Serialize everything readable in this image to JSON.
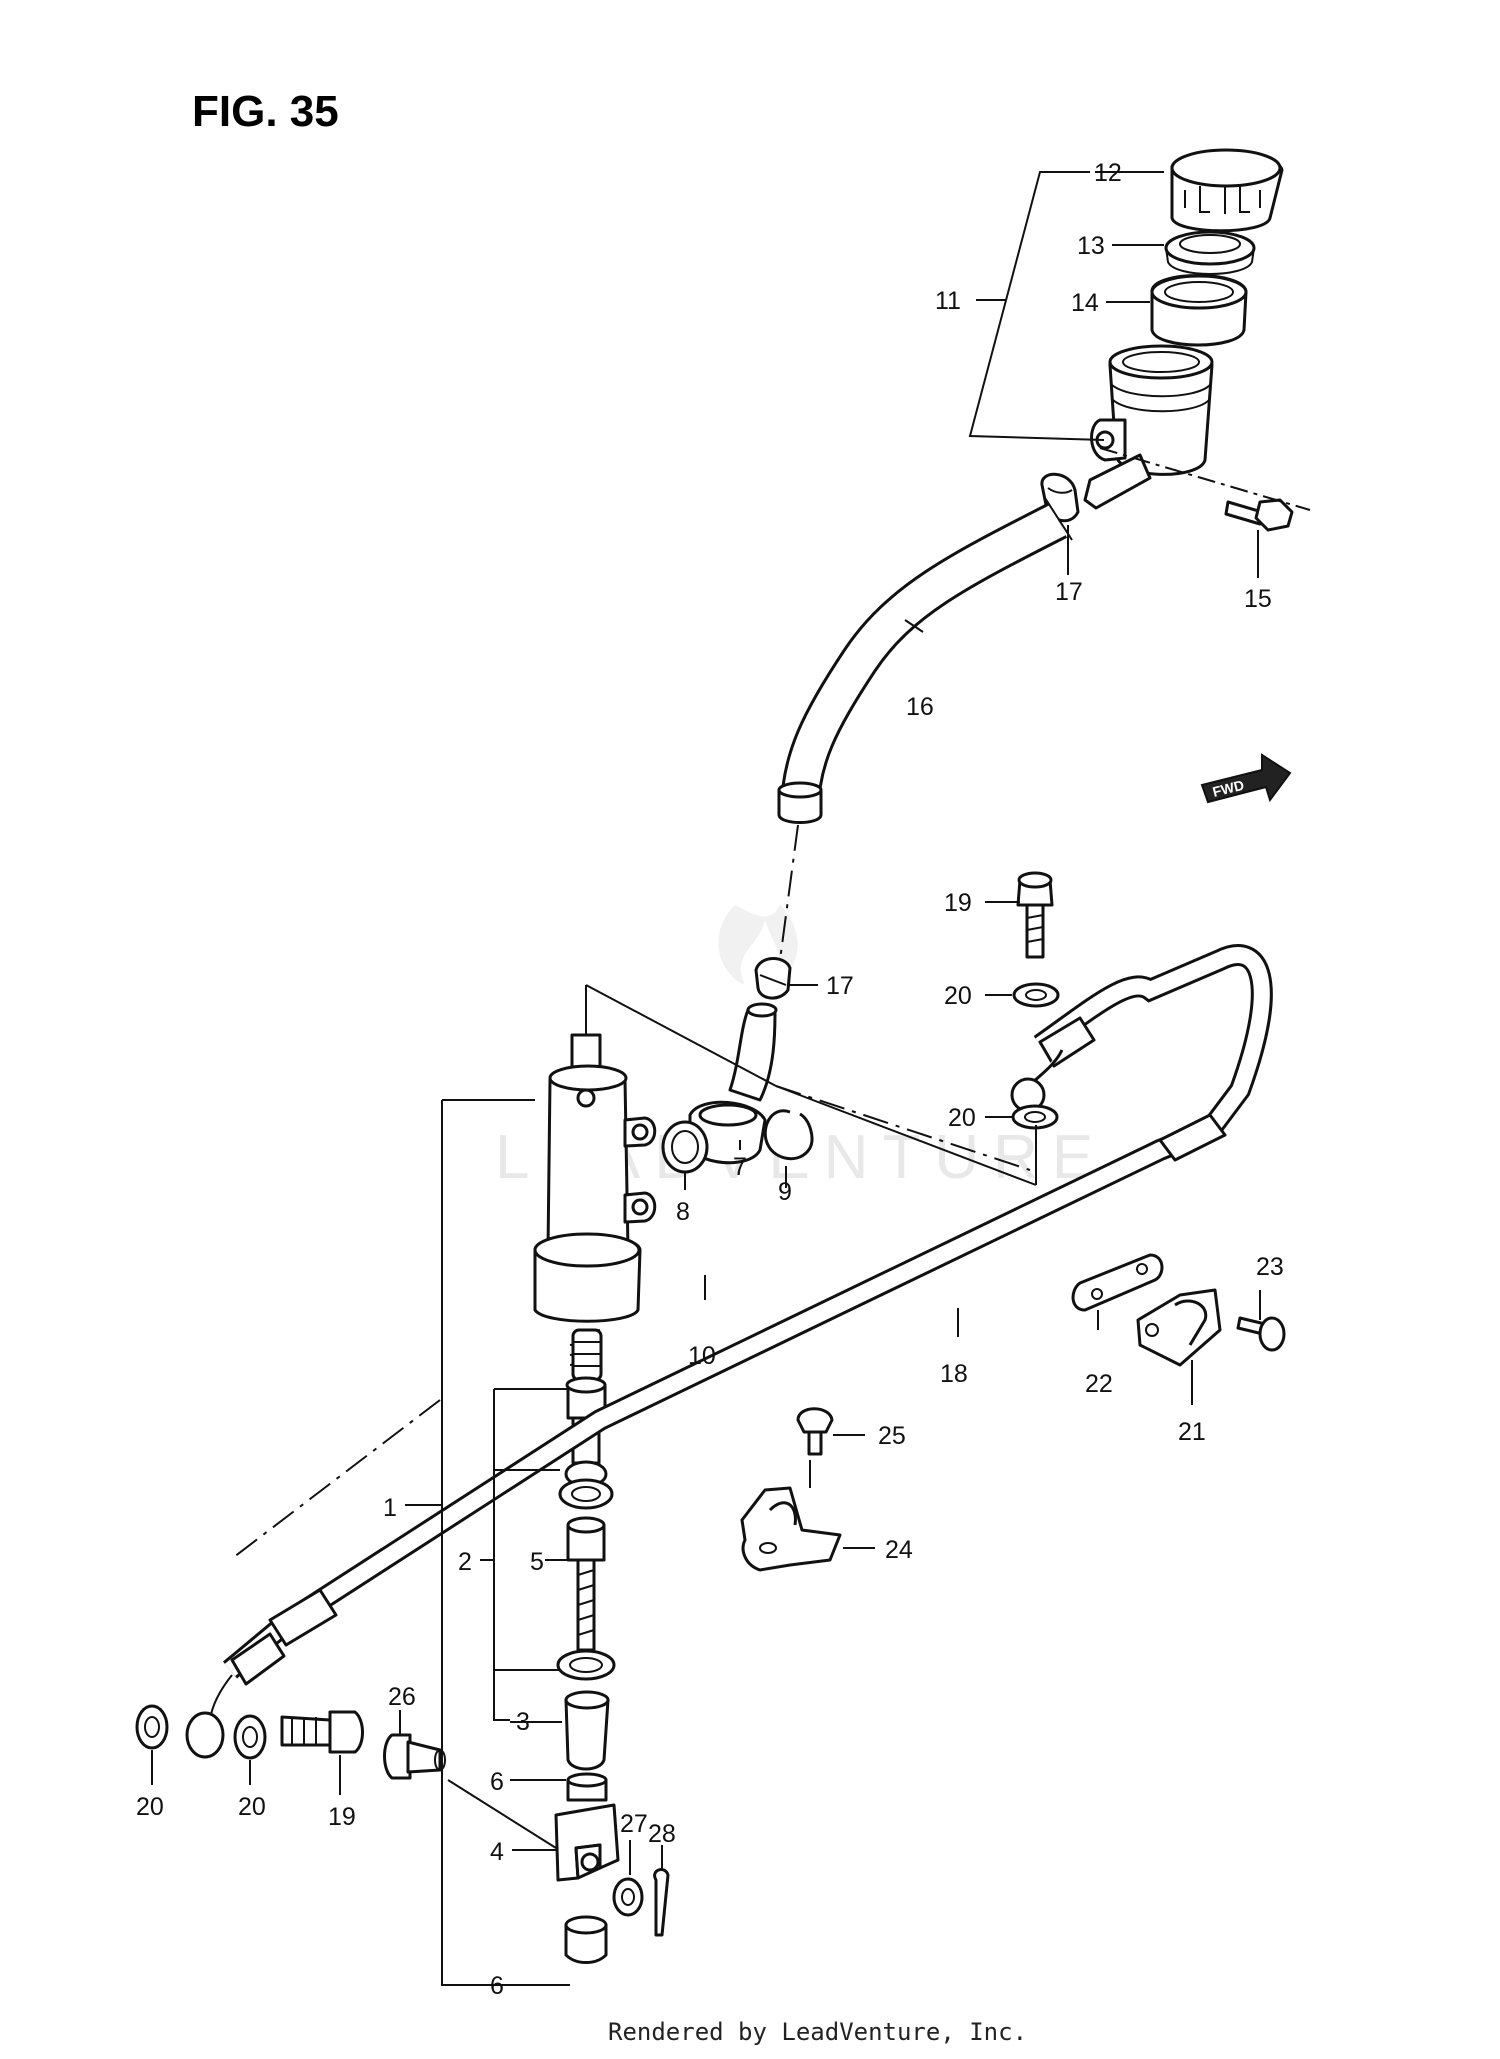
{
  "figure": {
    "title": "FIG. 35",
    "watermark": "LEADVENTURE",
    "footer": "Rendered by LeadVenture, Inc.",
    "fwd_label": "FWD"
  },
  "callouts": [
    {
      "id": "c1",
      "label": "1"
    },
    {
      "id": "c2",
      "label": "2"
    },
    {
      "id": "c3",
      "label": "3"
    },
    {
      "id": "c4",
      "label": "4"
    },
    {
      "id": "c5",
      "label": "5"
    },
    {
      "id": "c6a",
      "label": "6"
    },
    {
      "id": "c6b",
      "label": "6"
    },
    {
      "id": "c7",
      "label": "7"
    },
    {
      "id": "c8",
      "label": "8"
    },
    {
      "id": "c9",
      "label": "9"
    },
    {
      "id": "c10",
      "label": "10"
    },
    {
      "id": "c11",
      "label": "11"
    },
    {
      "id": "c12",
      "label": "12"
    },
    {
      "id": "c13",
      "label": "13"
    },
    {
      "id": "c14",
      "label": "14"
    },
    {
      "id": "c15",
      "label": "15"
    },
    {
      "id": "c16",
      "label": "16"
    },
    {
      "id": "c17a",
      "label": "17"
    },
    {
      "id": "c17b",
      "label": "17"
    },
    {
      "id": "c18",
      "label": "18"
    },
    {
      "id": "c19a",
      "label": "19"
    },
    {
      "id": "c19b",
      "label": "19"
    },
    {
      "id": "c20a",
      "label": "20"
    },
    {
      "id": "c20b",
      "label": "20"
    },
    {
      "id": "c20c",
      "label": "20"
    },
    {
      "id": "c20d",
      "label": "20"
    },
    {
      "id": "c21",
      "label": "21"
    },
    {
      "id": "c22",
      "label": "22"
    },
    {
      "id": "c23",
      "label": "23"
    },
    {
      "id": "c24",
      "label": "24"
    },
    {
      "id": "c25",
      "label": "25"
    },
    {
      "id": "c26",
      "label": "26"
    },
    {
      "id": "c27",
      "label": "27"
    },
    {
      "id": "c28",
      "label": "28"
    }
  ]
}
